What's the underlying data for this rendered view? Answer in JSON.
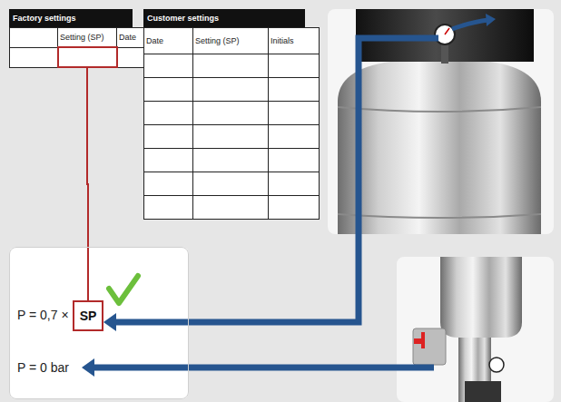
{
  "diagram": {
    "nodes": [
      {
        "text": [
          "Factory settings",
          "Setting (SP)",
          "Date"
        ]
      },
      {
        "text": [
          "Customer settings",
          "Date",
          "Setting (SP)",
          "Initials"
        ]
      },
      {
        "text": [
          "P = 0,7 ×",
          "P = 0 bar"
        ]
      },
      {
        "text": [
          "SP"
        ],
        "in": 2
      }
    ],
    "edges": [
      {
        "from": 0,
        "to": 3,
        "arrow": "none"
      }
    ],
    "labels": [
      "*"
    ]
  }
}
